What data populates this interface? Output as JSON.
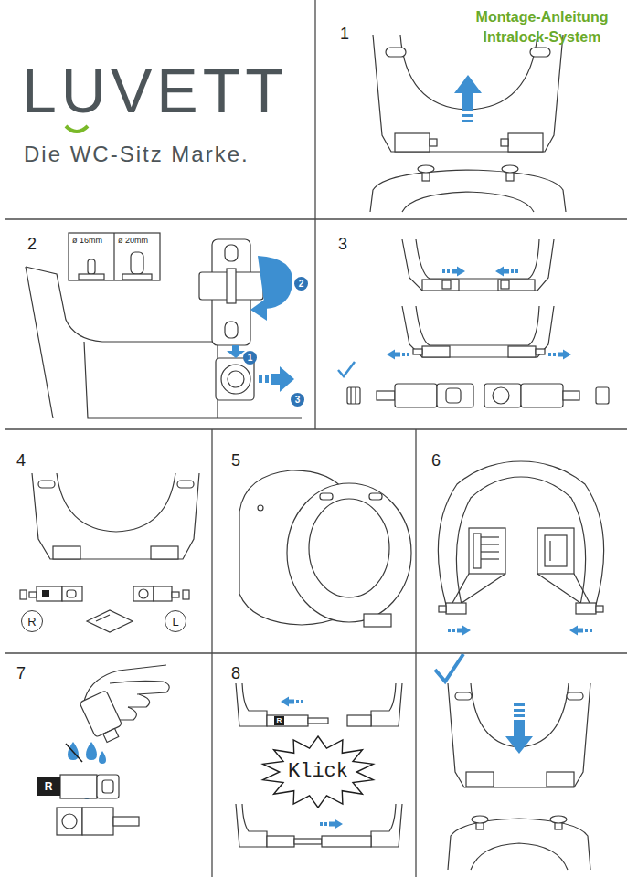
{
  "diagram": {
    "title": "Montage-Anleitung Intralock-System",
    "nodes": [
      {
        "text": [
          "1"
        ]
      },
      {
        "text": [
          "2"
        ]
      },
      {
        "text": [
          "3"
        ]
      },
      {
        "text": [
          "R"
        ]
      },
      {
        "text": [
          "L"
        ]
      },
      {
        "text": [
          "R"
        ]
      },
      {
        "text": [
          "Klick"
        ]
      },
      {
        "text": [
          "R"
        ]
      }
    ],
    "labels": [
      "LUVETT",
      "Die WC-Sitz Marke.",
      "1",
      "2",
      "ø 16mm",
      "ø 20mm",
      "3",
      "4",
      "5",
      "6",
      "7",
      "8"
    ]
  }
}
